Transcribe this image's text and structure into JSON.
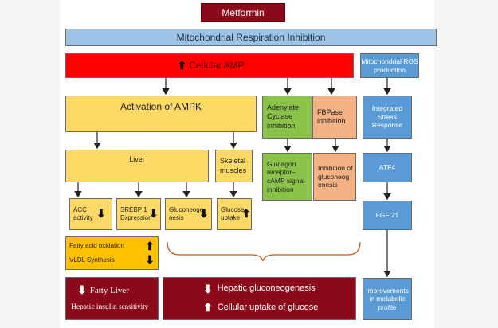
{
  "nodes": {
    "metformin": "Metformin",
    "mito_resp": "Mitochondrial Respiration Inhibition",
    "cellular_amp": "Cellular AMP",
    "mito_ros": "Mitochondrial ROS production",
    "ampk": "Activation of AMPK",
    "adenylate": "Adenylate Cyclase inhibition",
    "fbpase": "FBPase inhibition",
    "isr": "Integrated Stress Response",
    "liver": "Liver",
    "skeletal": "Skeletal muscles",
    "glucagon": "Glucagon receptor– cAMP signal inhibition",
    "inh_gluco": "Inhibition of gluconeog enesis",
    "atf4": "ATF4",
    "acc": "ACC activity",
    "srebp": "SREBP 1 Expression",
    "gluconeo": "Gluconeoge nesis",
    "glucose_uptake": "Glucose uptake",
    "fgf21": "FGF 21",
    "fatty_ox": "Fatty acid oxidation",
    "vldl": "VLDL Synthesis",
    "fatty_liver": "Fatty Liver",
    "hep_ins": "Hepatic insulin",
    "hep_ins_small": "sensitivity",
    "hep_gluco": "Hepatic gluconeogenesis",
    "cell_uptake": "Cellular uptake of glucose",
    "improve": "Improvements in metabolic profile"
  },
  "colors": {
    "dark_red": "#8b0a1a",
    "red": "#ff0000",
    "light_blue": "#9dc3e6",
    "blue": "#5b9bd5",
    "yellow": "#ffd966",
    "gold": "#ffc000",
    "green": "#8bc34a",
    "salmon": "#f4b183",
    "brace": "#c55a11"
  },
  "arrows": {
    "up": "⬆",
    "down": "⬇"
  }
}
